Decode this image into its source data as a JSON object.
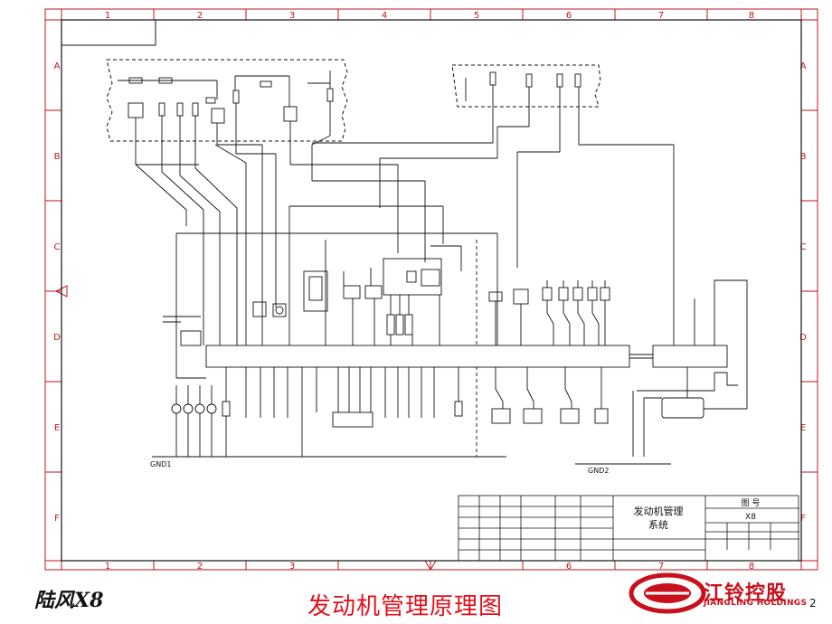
{
  "grid": {
    "columns": [
      "1",
      "2",
      "3",
      "4",
      "5",
      "6",
      "7",
      "8"
    ],
    "rows": [
      "A",
      "B",
      "C",
      "D",
      "E",
      "F"
    ]
  },
  "ground_labels": [
    "GND1",
    "GND2"
  ],
  "title_block": {
    "system_title_line1": "发动机管理",
    "system_title_line2": "系统",
    "drawing_no_label": "图 号",
    "drawing_no_value": "X8"
  },
  "footer": {
    "model": "陆风X8",
    "title": "发动机管理原理图",
    "company_cn": "江铃控股",
    "company_en": "JIANGLING HOLDINGS",
    "page": "2"
  },
  "colors": {
    "frame": "#c0141c",
    "wire": "#111111",
    "title": "#e0101a",
    "logo": "#c8101c"
  }
}
